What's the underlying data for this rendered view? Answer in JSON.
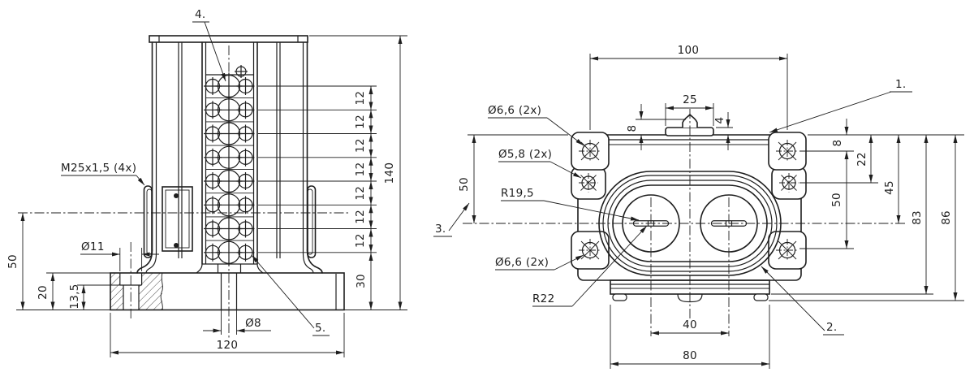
{
  "drawing": {
    "background": "#ffffff",
    "line_color": "#1e1e1e"
  },
  "left_view": {
    "callout_top": "4.",
    "callout_bottom": "5.",
    "gland_label": "M25x1,5 (4x)",
    "dim_height": "140",
    "dim_pitch": "12",
    "dim_base_step": "30",
    "dim_gland_center": "50",
    "dim_base_height": "20",
    "dim_counterbore": "13,5",
    "dim_hole": "Ø11",
    "dim_slot": "Ø8",
    "dim_width": "120"
  },
  "right_view": {
    "callout_1": "1.",
    "callout_2": "2.",
    "callout_3": "3.",
    "label_hole_top": "Ø6,6  (2x)",
    "label_hole_side": "Ø5,8  (2x)",
    "label_radius_inner": "R19,5",
    "label_hole_bottom": "Ø6,6  (2x)",
    "label_radius_outer": "R22",
    "dim_hole_span": "100",
    "dim_pad_width": "25",
    "dim_tip_height": "8",
    "dim_pad_height": "4",
    "dim_left_height": "50",
    "dim_right_8": "8",
    "dim_right_22": "22",
    "dim_right_45": "45",
    "dim_right_50": "50",
    "dim_right_83": "83",
    "dim_right_86": "86",
    "dim_slot_spacing": "40",
    "dim_flange_width": "80"
  }
}
